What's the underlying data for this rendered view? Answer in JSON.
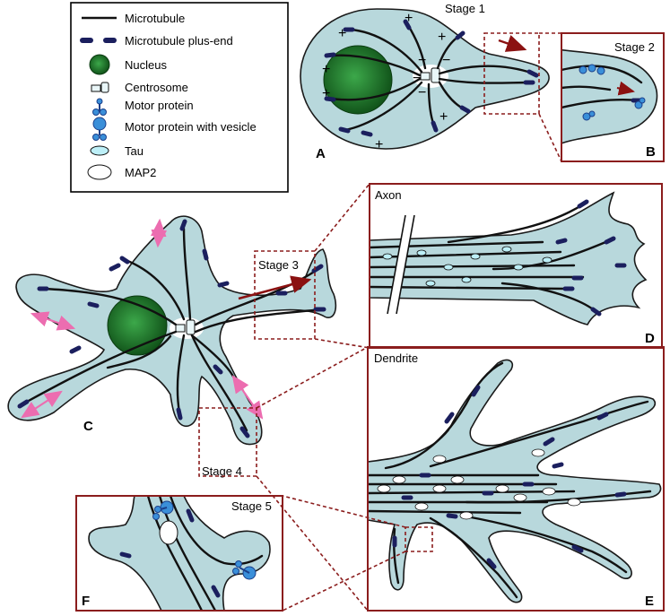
{
  "legend": {
    "items": [
      {
        "label": "Microtubule"
      },
      {
        "label": "Microtubule plus-end"
      },
      {
        "label": "Nucleus"
      },
      {
        "label": "Centrosome"
      },
      {
        "label": "Motor protein"
      },
      {
        "label": "Motor protein with vesicle"
      },
      {
        "label": "Tau"
      },
      {
        "label": "MAP2"
      }
    ]
  },
  "stages": {
    "s1": "Stage 1",
    "s2": "Stage 2",
    "s3": "Stage 3",
    "s4": "Stage 4",
    "s5": "Stage 5"
  },
  "panels": {
    "a": "A",
    "b": "B",
    "c": "C",
    "d": "D",
    "e": "E",
    "f": "F"
  },
  "labels": {
    "axon": "Axon",
    "dendrite": "Dendrite",
    "plus": "+",
    "minus": "−"
  },
  "colors": {
    "cell": "#b8d8dc",
    "microtubule": "#111111",
    "plus_end": "#1b1f5e",
    "nucleus": "#1f7a2a",
    "tau": "#bdeff7",
    "map2": "#ffffff",
    "motor": "#3a8fd9",
    "frame": "#8b1d1d",
    "growth_arrow": "#ec6db0",
    "direction_arrow": "#8b1111"
  }
}
